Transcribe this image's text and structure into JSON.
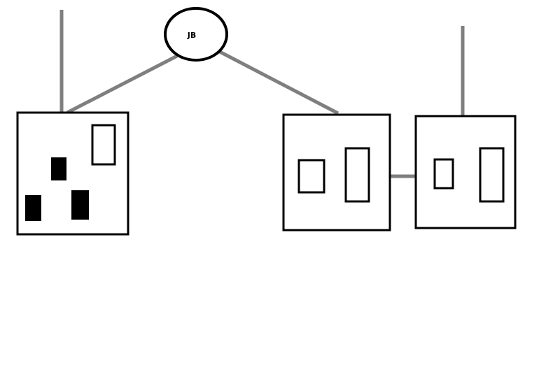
{
  "junction_box": {
    "label": "JB"
  },
  "colors": {
    "wire": "#7f7f7f",
    "outline": "#000000",
    "fill": "#ffffff"
  },
  "components": [
    "socket-outlet",
    "switch",
    "switch"
  ]
}
